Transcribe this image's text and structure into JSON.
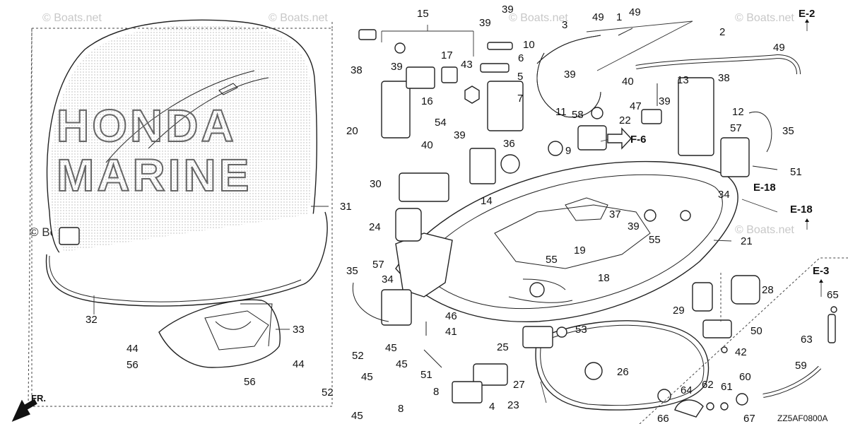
{
  "diagram": {
    "watermark": "Boats.net",
    "watermark_logo_text": "© Boats.net",
    "brand_logo": "HONDA MARINE",
    "figure_code": "ZZ5AF0800A",
    "direction_label": "FR.",
    "references": [
      {
        "id": "ref-e2",
        "label": "E-2"
      },
      {
        "id": "ref-f6",
        "label": "F-6"
      },
      {
        "id": "ref-e18a",
        "label": "E-18"
      },
      {
        "id": "ref-e18b",
        "label": "E-18"
      },
      {
        "id": "ref-e3",
        "label": "E-3"
      }
    ],
    "callouts": [
      "1",
      "2",
      "3",
      "4",
      "5",
      "6",
      "7",
      "8",
      "8",
      "9",
      "10",
      "11",
      "12",
      "13",
      "14",
      "15",
      "16",
      "17",
      "18",
      "19",
      "20",
      "21",
      "22",
      "23",
      "24",
      "25",
      "26",
      "27",
      "28",
      "29",
      "30",
      "31",
      "32",
      "33",
      "34",
      "34",
      "35",
      "35",
      "36",
      "37",
      "38",
      "38",
      "39",
      "39",
      "39",
      "39",
      "39",
      "39",
      "39",
      "40",
      "40",
      "41",
      "42",
      "43",
      "44",
      "44",
      "45",
      "45",
      "45",
      "45",
      "46",
      "47",
      "49",
      "49",
      "49",
      "50",
      "51",
      "51",
      "52",
      "52",
      "53",
      "54",
      "55",
      "55",
      "56",
      "56",
      "57",
      "57",
      "58",
      "59",
      "60",
      "61",
      "62",
      "63",
      "64",
      "65",
      "66",
      "67"
    ]
  }
}
